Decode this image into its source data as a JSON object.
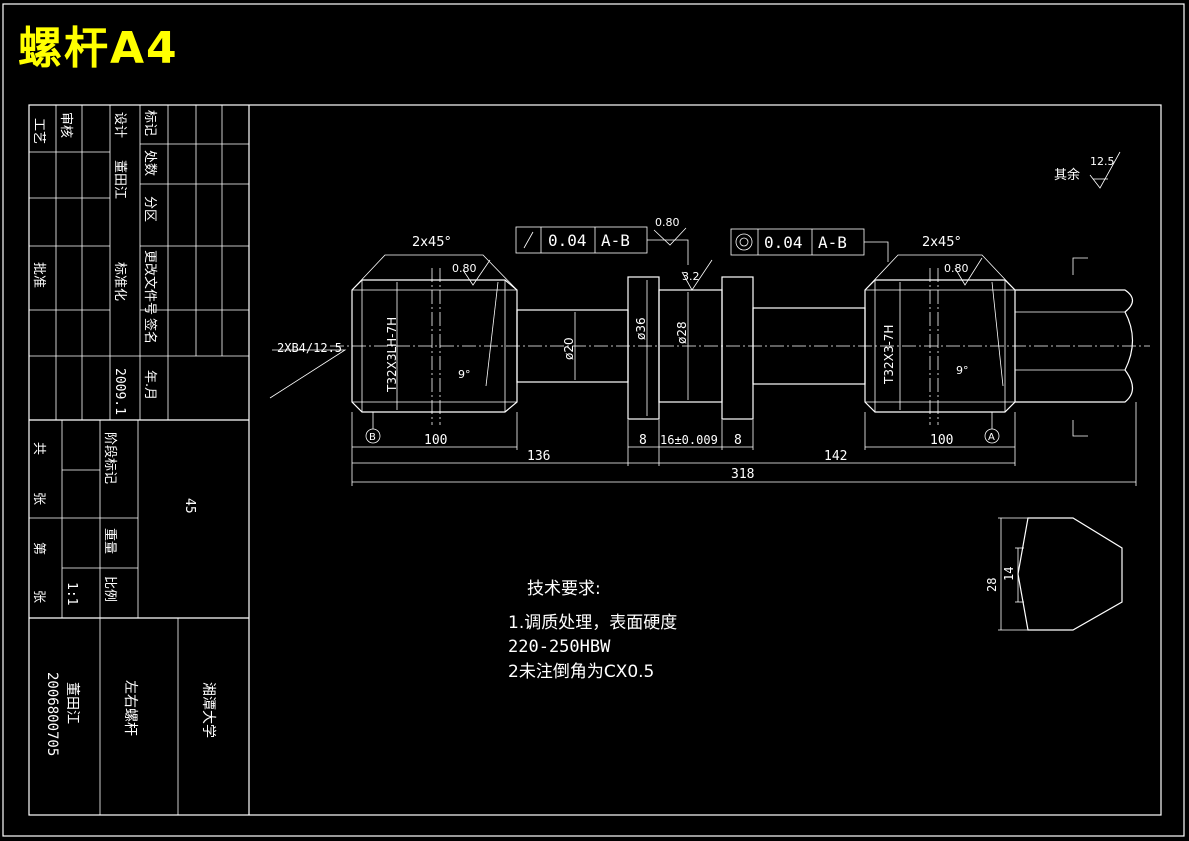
{
  "title": "螺杆A4",
  "title_block": {
    "left": [
      "工艺",
      "审核",
      "设计",
      "标记",
      "处数",
      "分区",
      "更改文件号",
      "签名",
      "年.月",
      "董田江",
      "标准化",
      "2009.1",
      "批准"
    ],
    "share": [
      "共",
      "张",
      "第",
      "张"
    ],
    "stage_mark": "阶段标记",
    "weight": "重量",
    "scale_label": "比例",
    "scale": "1:1",
    "material": "45",
    "student_id": "2006800705",
    "student_name": "董田江",
    "part_name": "左右螺杆",
    "school": "湘潭大学"
  },
  "annotations": {
    "chamfer_left": "2x45°",
    "chamfer_right": "2x45°",
    "center_hole": "2XB4/12.5",
    "thread_left": "T32X3LH-7H",
    "thread_right": "T32X3-7H",
    "dia20": "ø20",
    "dia36": "ø36",
    "dia28": "ø28",
    "runout_value": "0.04",
    "runout_datum": "A-B",
    "conc_value": "0.04",
    "conc_datum": "A-B",
    "rough_080": "0.80",
    "rough_32": "3.2",
    "rough_rest": "12.5",
    "rest_label": "其余",
    "angle": "9°",
    "datum_a": "A",
    "datum_b": "B",
    "dim_100_l": "100",
    "dim_100_r": "100",
    "dim_136": "136",
    "dim_142": "142",
    "dim_8_l": "8",
    "dim_8_r": "8",
    "dim_16": "16±0.009",
    "dim_318": "318",
    "dim_28": "28",
    "dim_14": "14"
  },
  "tech_requirements": {
    "heading": "技术要求:",
    "lines": [
      "1.调质处理，表面硬度",
      "220-250HBW",
      "2未注倒角为CX0.5"
    ]
  },
  "colors": {
    "background": "#000000",
    "line": "#ffffff",
    "title": "#ffff00"
  }
}
